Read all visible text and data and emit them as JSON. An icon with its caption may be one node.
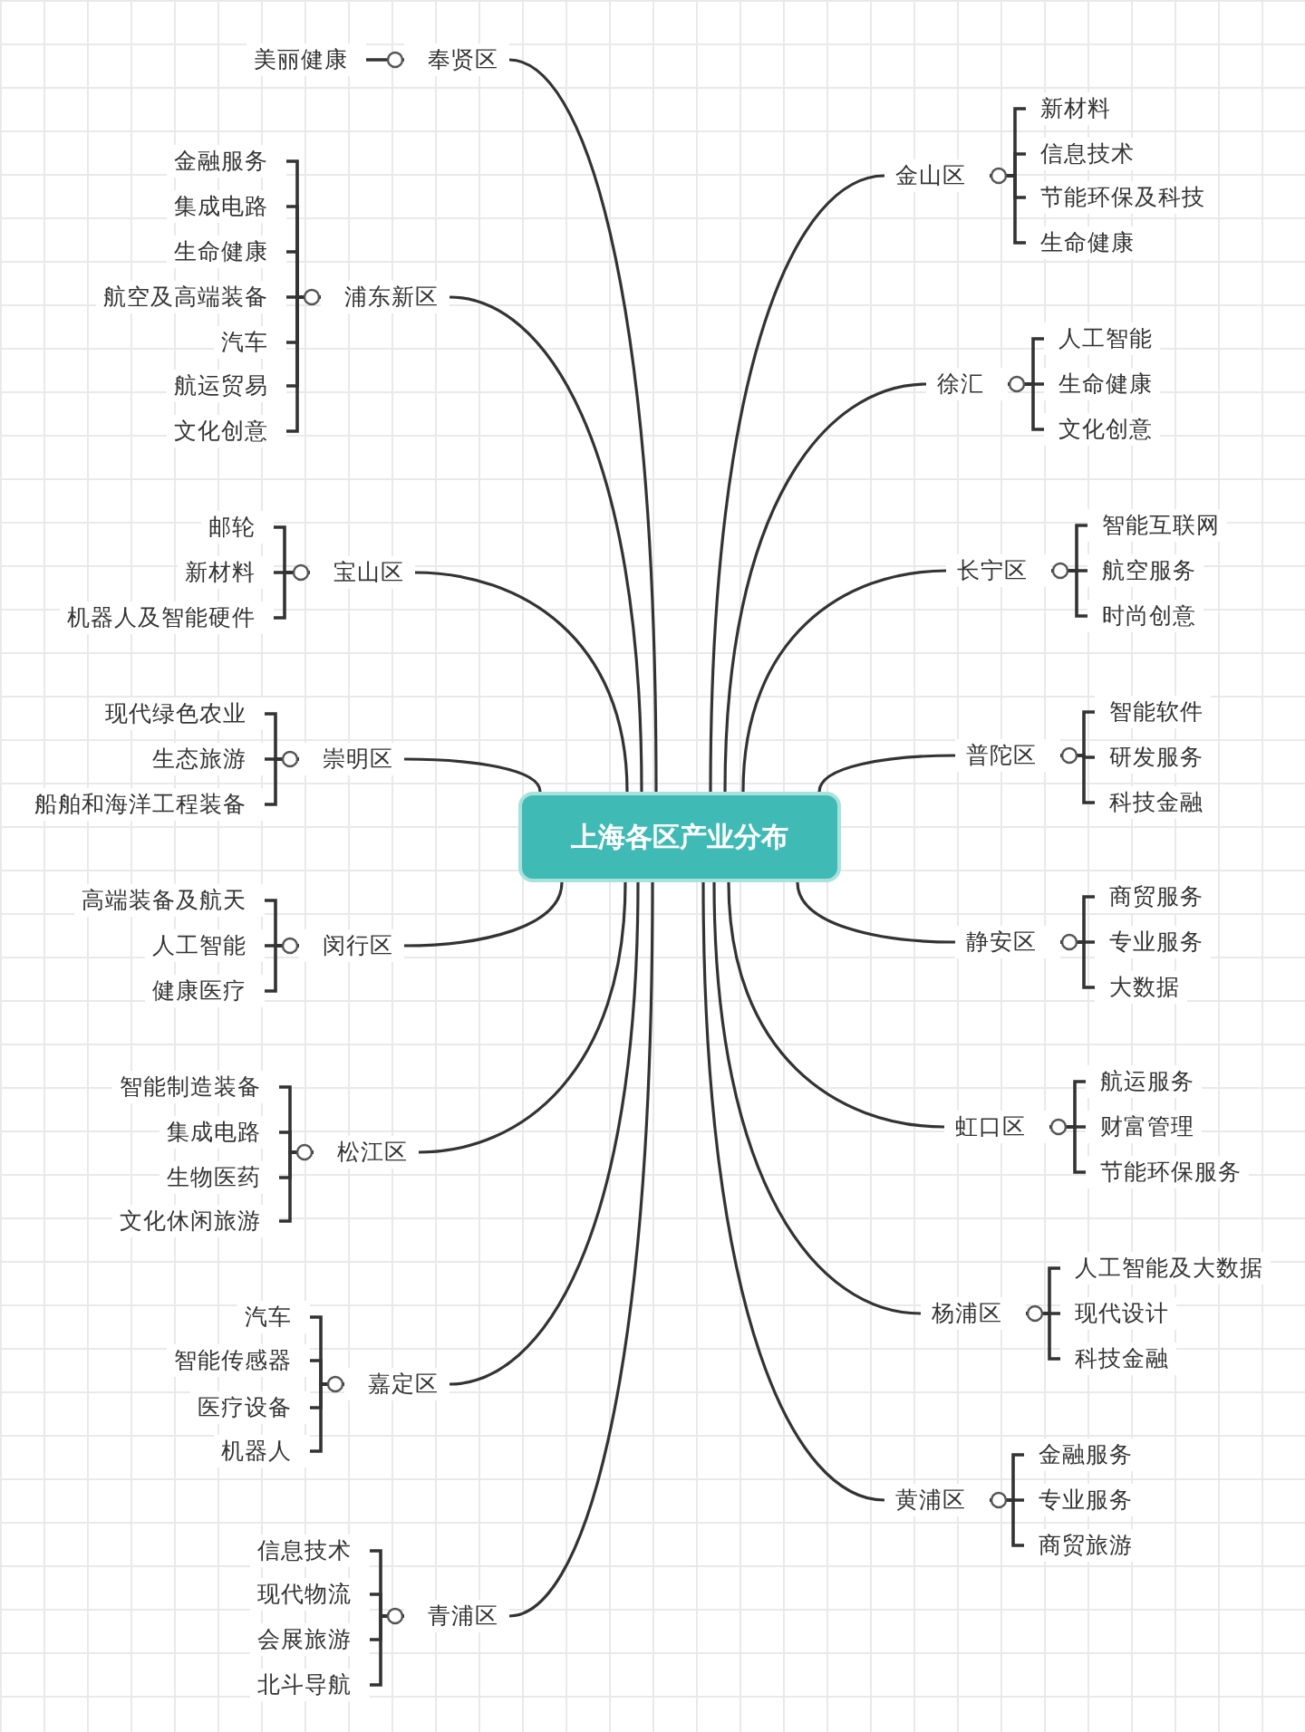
{
  "diagram": {
    "nodes": [
      {
        "text": [
          "上海各区产业分布"
        ]
      },
      {
        "text": [
          "奉贤区"
        ]
      },
      {
        "text": [
          "美丽健康"
        ]
      },
      {
        "text": [
          "浦东新区"
        ]
      },
      {
        "text": [
          "金融服务"
        ]
      },
      {
        "text": [
          "集成电路"
        ]
      },
      {
        "text": [
          "生命健康"
        ]
      },
      {
        "text": [
          "航空及高端装备"
        ]
      },
      {
        "text": [
          "汽车"
        ]
      },
      {
        "text": [
          "航运贸易"
        ]
      },
      {
        "text": [
          "文化创意"
        ]
      },
      {
        "text": [
          "宝山区"
        ]
      },
      {
        "text": [
          "邮轮"
        ]
      },
      {
        "text": [
          "新材料"
        ]
      },
      {
        "text": [
          "机器人及智能硬件"
        ]
      },
      {
        "text": [
          "崇明区"
        ]
      },
      {
        "text": [
          "现代绿色农业"
        ]
      },
      {
        "text": [
          "生态旅游"
        ]
      },
      {
        "text": [
          "船舶和海洋工程装备"
        ]
      },
      {
        "text": [
          "闵行区"
        ]
      },
      {
        "text": [
          "高端装备及航天"
        ]
      },
      {
        "text": [
          "人工智能"
        ]
      },
      {
        "text": [
          "健康医疗"
        ]
      },
      {
        "text": [
          "松江区"
        ]
      },
      {
        "text": [
          "智能制造装备"
        ]
      },
      {
        "text": [
          "集成电路"
        ]
      },
      {
        "text": [
          "生物医药"
        ]
      },
      {
        "text": [
          "文化休闲旅游"
        ]
      },
      {
        "text": [
          "嘉定区"
        ]
      },
      {
        "text": [
          "汽车"
        ]
      },
      {
        "text": [
          "智能传感器"
        ]
      },
      {
        "text": [
          "医疗设备"
        ]
      },
      {
        "text": [
          "机器人"
        ]
      },
      {
        "text": [
          "青浦区"
        ]
      },
      {
        "text": [
          "信息技术"
        ]
      },
      {
        "text": [
          "现代物流"
        ]
      },
      {
        "text": [
          "会展旅游"
        ]
      },
      {
        "text": [
          "北斗导航"
        ]
      },
      {
        "text": [
          "金山区"
        ]
      },
      {
        "text": [
          "新材料"
        ]
      },
      {
        "text": [
          "信息技术"
        ]
      },
      {
        "text": [
          "节能环保及科技"
        ]
      },
      {
        "text": [
          "生命健康"
        ]
      },
      {
        "text": [
          "徐汇"
        ]
      },
      {
        "text": [
          "人工智能"
        ]
      },
      {
        "text": [
          "生命健康"
        ]
      },
      {
        "text": [
          "文化创意"
        ]
      },
      {
        "text": [
          "长宁区"
        ]
      },
      {
        "text": [
          "智能互联网"
        ]
      },
      {
        "text": [
          "航空服务"
        ]
      },
      {
        "text": [
          "时尚创意"
        ]
      },
      {
        "text": [
          "普陀区"
        ]
      },
      {
        "text": [
          "智能软件"
        ]
      },
      {
        "text": [
          "研发服务"
        ]
      },
      {
        "text": [
          "科技金融"
        ]
      },
      {
        "text": [
          "静安区"
        ]
      },
      {
        "text": [
          "商贸服务"
        ]
      },
      {
        "text": [
          "专业服务"
        ]
      },
      {
        "text": [
          "大数据"
        ]
      },
      {
        "text": [
          "虹口区"
        ]
      },
      {
        "text": [
          "航运服务"
        ]
      },
      {
        "text": [
          "财富管理"
        ]
      },
      {
        "text": [
          "节能环保服务"
        ]
      },
      {
        "text": [
          "杨浦区"
        ]
      },
      {
        "text": [
          "人工智能及大数据"
        ]
      },
      {
        "text": [
          "现代设计"
        ]
      },
      {
        "text": [
          "科技金融"
        ]
      },
      {
        "text": [
          "黄浦区"
        ]
      },
      {
        "text": [
          "金融服务"
        ]
      },
      {
        "text": [
          "专业服务"
        ]
      },
      {
        "text": [
          "商贸旅游"
        ]
      }
    ],
    "edges": [
      {
        "from": 0,
        "to": 1,
        "arrow": "none"
      },
      {
        "from": 1,
        "to": 2,
        "arrow": "none"
      },
      {
        "from": 0,
        "to": 3,
        "arrow": "none"
      },
      {
        "from": 3,
        "to": 4,
        "arrow": "none"
      },
      {
        "from": 3,
        "to": 5,
        "arrow": "none"
      },
      {
        "from": 3,
        "to": 6,
        "arrow": "none"
      },
      {
        "from": 3,
        "to": 7,
        "arrow": "none"
      },
      {
        "from": 3,
        "to": 8,
        "arrow": "none"
      },
      {
        "from": 3,
        "to": 9,
        "arrow": "none"
      },
      {
        "from": 3,
        "to": 10,
        "arrow": "none"
      },
      {
        "from": 0,
        "to": 11,
        "arrow": "none"
      },
      {
        "from": 11,
        "to": 12,
        "arrow": "none"
      },
      {
        "from": 11,
        "to": 13,
        "arrow": "none"
      },
      {
        "from": 11,
        "to": 14,
        "arrow": "none"
      },
      {
        "from": 0,
        "to": 15,
        "arrow": "none"
      },
      {
        "from": 15,
        "to": 16,
        "arrow": "none"
      },
      {
        "from": 15,
        "to": 17,
        "arrow": "none"
      },
      {
        "from": 15,
        "to": 18,
        "arrow": "none"
      },
      {
        "from": 0,
        "to": 19,
        "arrow": "none"
      },
      {
        "from": 19,
        "to": 20,
        "arrow": "none"
      },
      {
        "from": 19,
        "to": 21,
        "arrow": "none"
      },
      {
        "from": 19,
        "to": 22,
        "arrow": "none"
      },
      {
        "from": 0,
        "to": 23,
        "arrow": "none"
      },
      {
        "from": 23,
        "to": 24,
        "arrow": "none"
      },
      {
        "from": 23,
        "to": 25,
        "arrow": "none"
      },
      {
        "from": 23,
        "to": 26,
        "arrow": "none"
      },
      {
        "from": 23,
        "to": 27,
        "arrow": "none"
      },
      {
        "from": 0,
        "to": 28,
        "arrow": "none"
      },
      {
        "from": 28,
        "to": 29,
        "arrow": "none"
      },
      {
        "from": 28,
        "to": 30,
        "arrow": "none"
      },
      {
        "from": 28,
        "to": 31,
        "arrow": "none"
      },
      {
        "from": 28,
        "to": 32,
        "arrow": "none"
      },
      {
        "from": 0,
        "to": 33,
        "arrow": "none"
      },
      {
        "from": 33,
        "to": 34,
        "arrow": "none"
      },
      {
        "from": 33,
        "to": 35,
        "arrow": "none"
      },
      {
        "from": 33,
        "to": 36,
        "arrow": "none"
      },
      {
        "from": 33,
        "to": 37,
        "arrow": "none"
      },
      {
        "from": 0,
        "to": 38,
        "arrow": "none"
      },
      {
        "from": 38,
        "to": 39,
        "arrow": "none"
      },
      {
        "from": 38,
        "to": 40,
        "arrow": "none"
      },
      {
        "from": 38,
        "to": 41,
        "arrow": "none"
      },
      {
        "from": 38,
        "to": 42,
        "arrow": "none"
      },
      {
        "from": 0,
        "to": 43,
        "arrow": "none"
      },
      {
        "from": 43,
        "to": 44,
        "arrow": "none"
      },
      {
        "from": 43,
        "to": 45,
        "arrow": "none"
      },
      {
        "from": 43,
        "to": 46,
        "arrow": "none"
      },
      {
        "from": 0,
        "to": 47,
        "arrow": "none"
      },
      {
        "from": 47,
        "to": 48,
        "arrow": "none"
      },
      {
        "from": 47,
        "to": 49,
        "arrow": "none"
      },
      {
        "from": 47,
        "to": 50,
        "arrow": "none"
      },
      {
        "from": 0,
        "to": 51,
        "arrow": "none"
      },
      {
        "from": 51,
        "to": 52,
        "arrow": "none"
      },
      {
        "from": 51,
        "to": 53,
        "arrow": "none"
      },
      {
        "from": 51,
        "to": 54,
        "arrow": "none"
      },
      {
        "from": 0,
        "to": 55,
        "arrow": "none"
      },
      {
        "from": 55,
        "to": 56,
        "arrow": "none"
      },
      {
        "from": 55,
        "to": 57,
        "arrow": "none"
      },
      {
        "from": 55,
        "to": 58,
        "arrow": "none"
      },
      {
        "from": 0,
        "to": 59,
        "arrow": "none"
      },
      {
        "from": 59,
        "to": 60,
        "arrow": "none"
      },
      {
        "from": 59,
        "to": 61,
        "arrow": "none"
      },
      {
        "from": 59,
        "to": 62,
        "arrow": "none"
      },
      {
        "from": 0,
        "to": 63,
        "arrow": "none"
      },
      {
        "from": 63,
        "to": 64,
        "arrow": "none"
      },
      {
        "from": 63,
        "to": 65,
        "arrow": "none"
      },
      {
        "from": 63,
        "to": 66,
        "arrow": "none"
      },
      {
        "from": 0,
        "to": 67,
        "arrow": "none"
      },
      {
        "from": 67,
        "to": 68,
        "arrow": "none"
      },
      {
        "from": 67,
        "to": 69,
        "arrow": "none"
      },
      {
        "from": 67,
        "to": 70,
        "arrow": "none"
      }
    ]
  }
}
